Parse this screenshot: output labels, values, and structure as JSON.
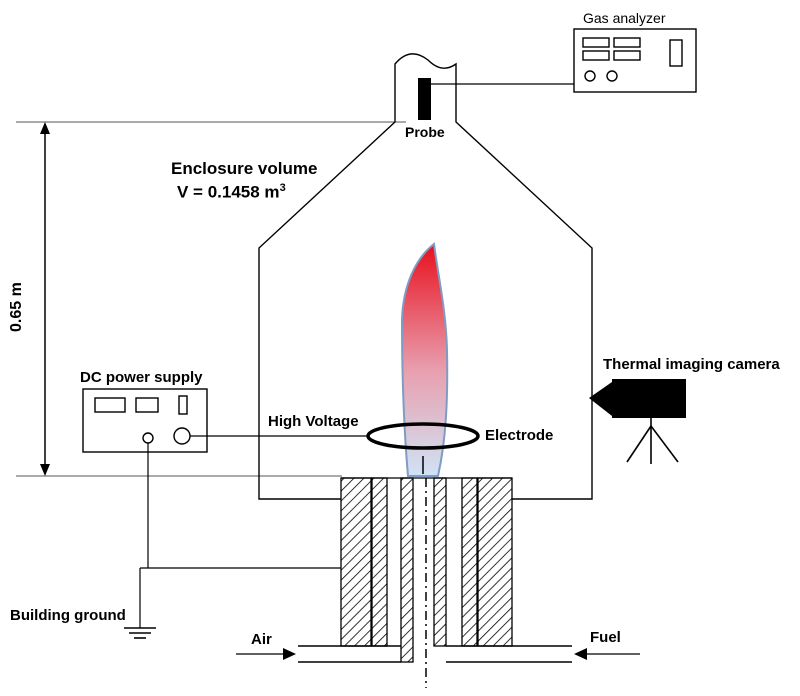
{
  "diagram": {
    "labels": {
      "gas_analyzer": "Gas analyzer",
      "probe": "Probe",
      "enclosure_line1": "Enclosure volume",
      "enclosure_line2": "V = 0.1458 m",
      "enclosure_sup": "3",
      "height": "0.65 m",
      "dc_power_supply": "DC power supply",
      "high_voltage": "High Voltage",
      "electrode": "Electrode",
      "thermal_camera": "Thermal imaging camera",
      "building_ground": "Building ground",
      "air": "Air",
      "fuel": "Fuel"
    },
    "colors": {
      "flame_tip": "#e8101e",
      "flame_base": "#cfe3f5",
      "flame_outline": "#7f9cc3",
      "line": "#000000"
    }
  }
}
